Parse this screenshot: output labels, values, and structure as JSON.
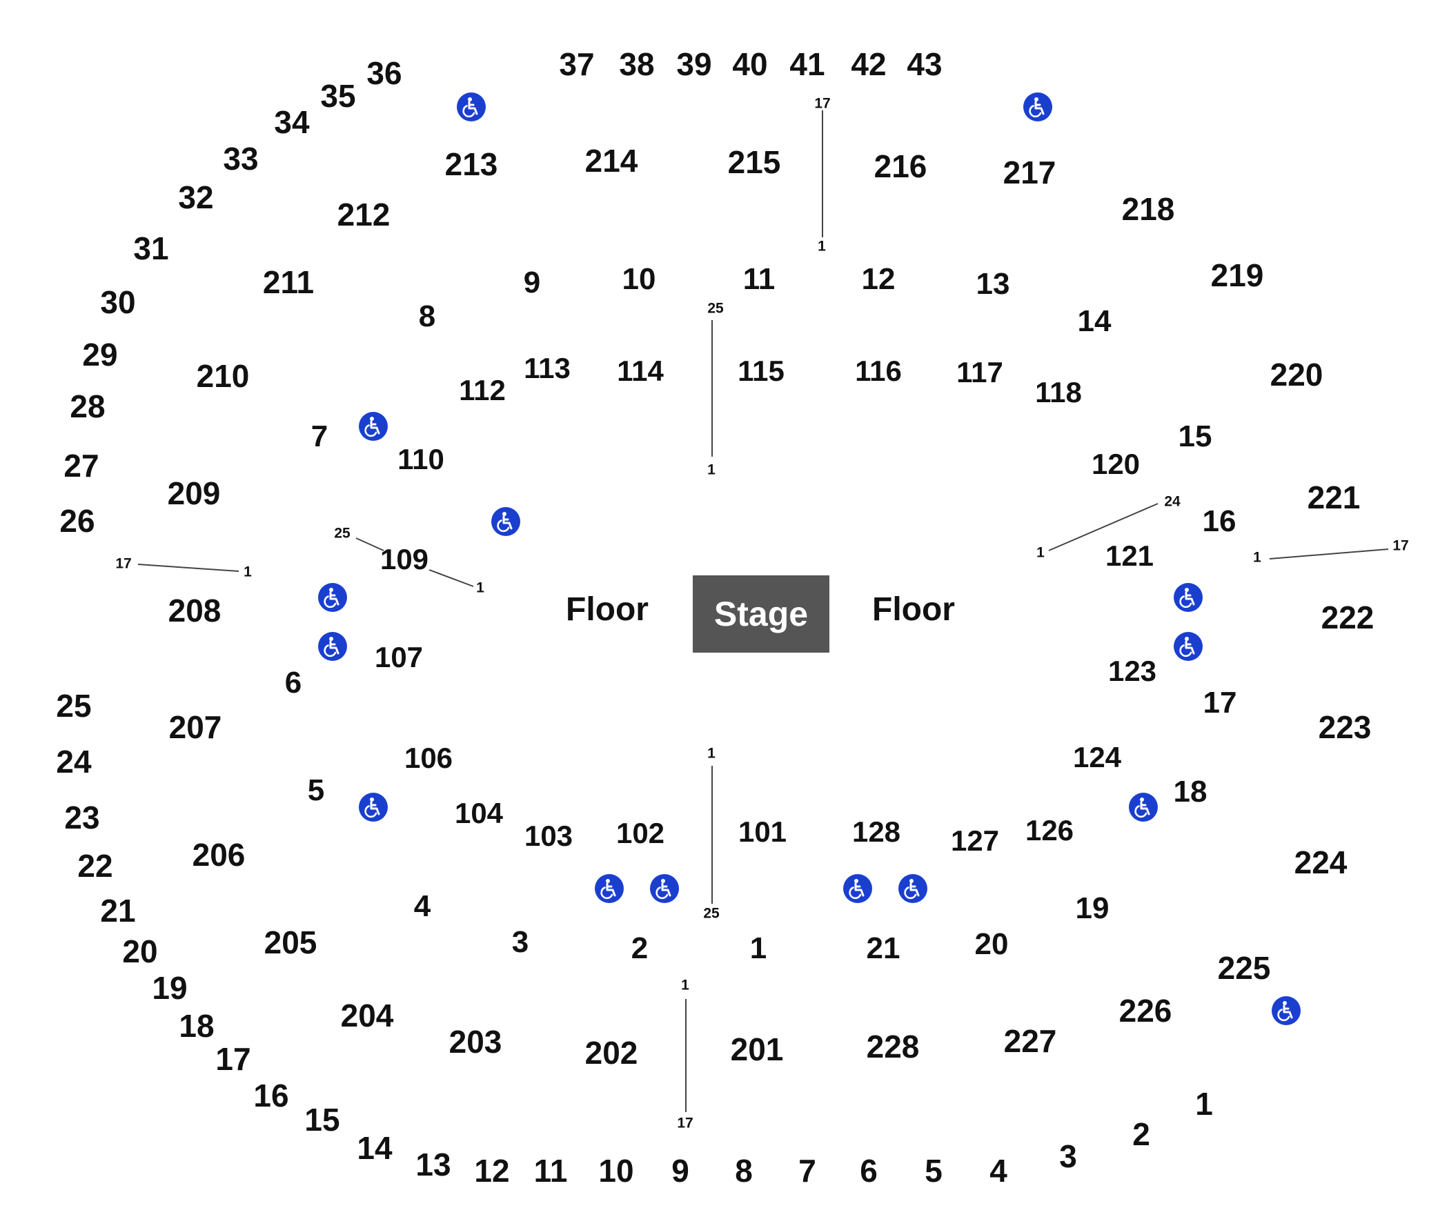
{
  "map": {
    "stage_label": "Stage",
    "floor_label_left": "Floor",
    "floor_label_right": "Floor",
    "accessible_icon_color": "#1a3fcf",
    "stage_color": "#555555",
    "outer_rows_left_top": [
      "36",
      "35",
      "34",
      "33",
      "32",
      "31",
      "30",
      "29",
      "28",
      "27",
      "26"
    ],
    "outer_rows_top": [
      "37",
      "38",
      "39",
      "40",
      "41",
      "42",
      "43"
    ],
    "outer_rows_left_bottom": [
      "25",
      "24",
      "23",
      "22",
      "21",
      "20",
      "19",
      "18",
      "17",
      "16",
      "15",
      "14",
      "13"
    ],
    "outer_rows_bottom": [
      "12",
      "11",
      "10",
      "9",
      "8",
      "7",
      "6",
      "5",
      "4",
      "3",
      "2",
      "1"
    ],
    "upper_sections": [
      "213",
      "214",
      "215",
      "216",
      "217",
      "218",
      "219",
      "220",
      "221",
      "222",
      "223",
      "224",
      "225",
      "226",
      "227",
      "228",
      "201",
      "202",
      "203",
      "204",
      "205",
      "206",
      "207",
      "208",
      "209",
      "210",
      "211",
      "212"
    ],
    "lower_sections": [
      "113",
      "114",
      "115",
      "116",
      "117",
      "118",
      "120",
      "121",
      "123",
      "124",
      "126",
      "127",
      "128",
      "101",
      "102",
      "103",
      "104",
      "106",
      "107",
      "109",
      "110",
      "112"
    ],
    "aisle_numbers": [
      "9",
      "10",
      "11",
      "12",
      "13",
      "14",
      "15",
      "16",
      "17",
      "18",
      "19",
      "20",
      "21",
      "1",
      "2",
      "3",
      "4",
      "5",
      "6",
      "7",
      "8"
    ],
    "row_markers": {
      "top_a": "17",
      "top_b": "1",
      "mid_top_a": "25",
      "mid_top_b": "1",
      "left_a": "17",
      "left_b": "1",
      "left109_a": "25",
      "left109_b": "1",
      "right121_a": "24",
      "right121_b": "1",
      "right_a": "1",
      "right_b": "17",
      "mid_bot_a": "1",
      "mid_bot_b": "25",
      "bot_a": "1",
      "bot_b": "17"
    }
  }
}
